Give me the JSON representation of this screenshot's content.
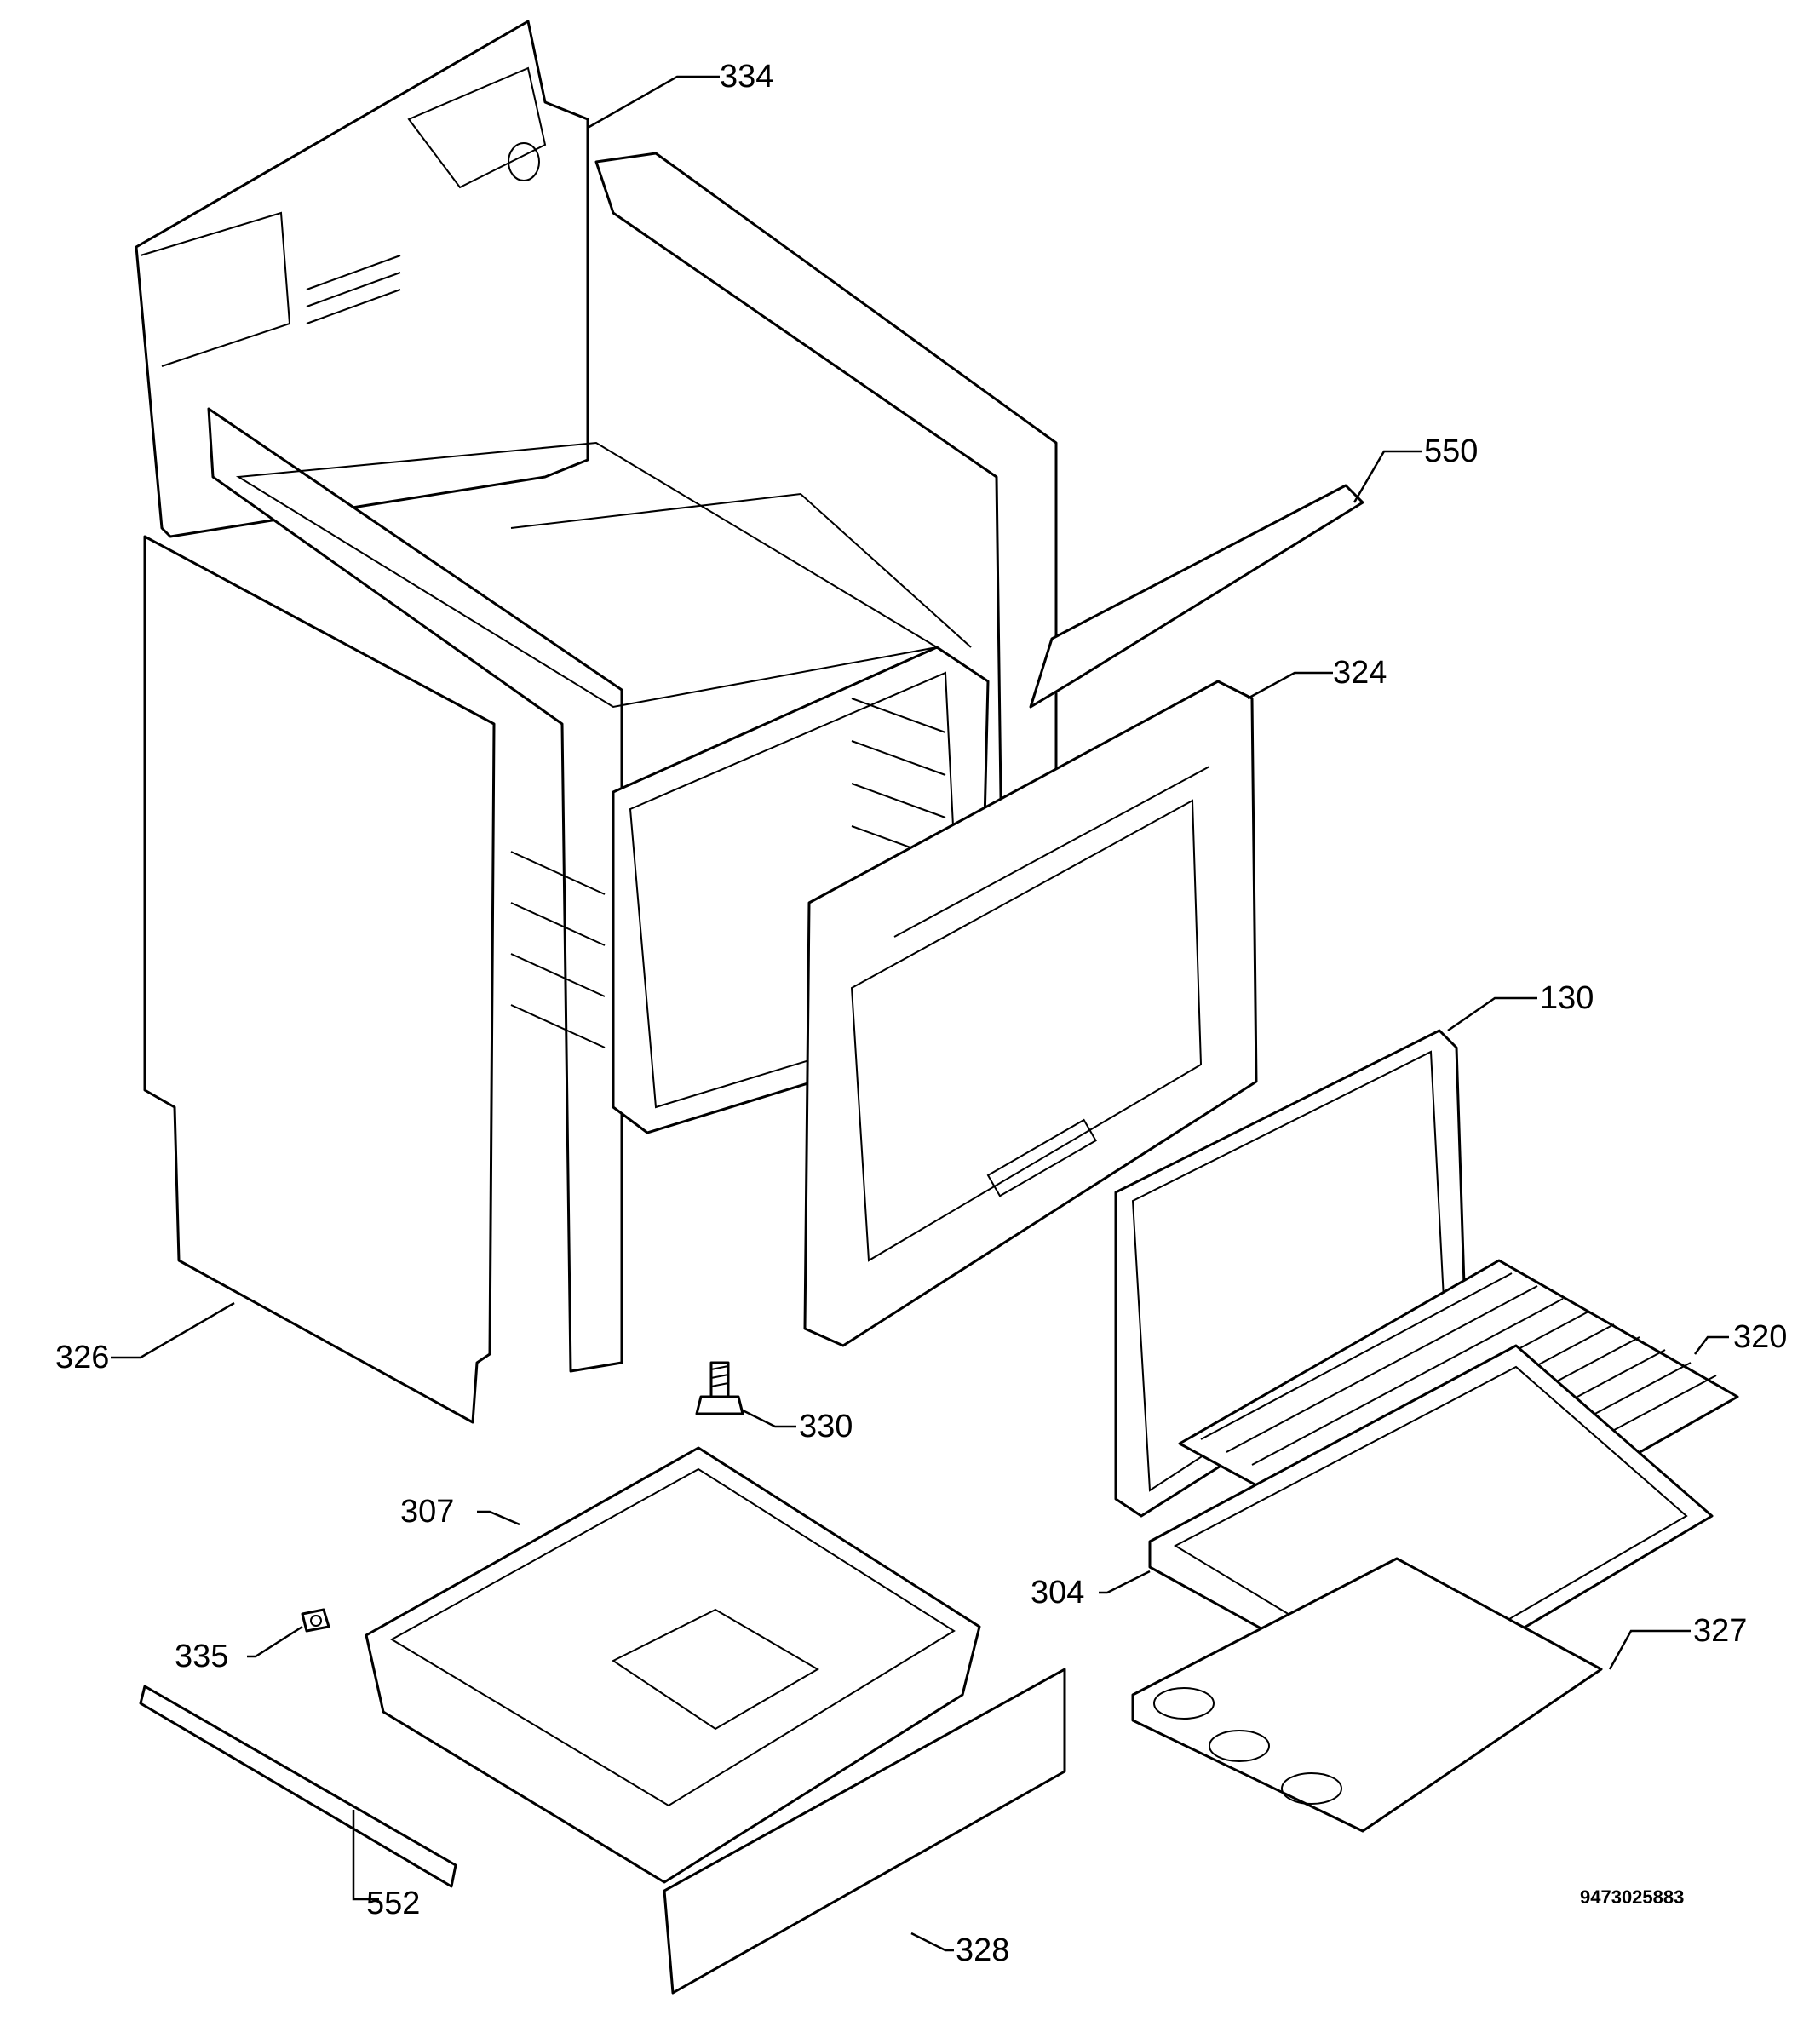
{
  "labels": {
    "p334": "334",
    "p550": "550",
    "p324": "324",
    "p130": "130",
    "p326": "326",
    "p320": "320",
    "p330": "330",
    "p307": "307",
    "p304": "304",
    "p327": "327",
    "p335": "335",
    "p328": "328",
    "p552": "552"
  },
  "document_number": "9473025883",
  "line_color": "#000000",
  "background_color": "#ffffff"
}
